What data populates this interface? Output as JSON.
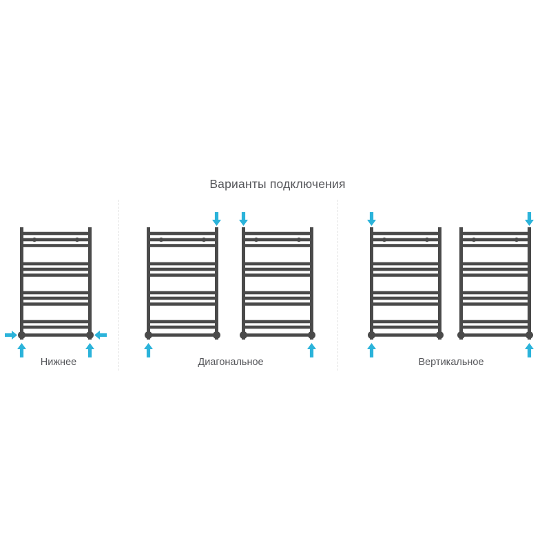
{
  "title": "Варианты подключения",
  "colors": {
    "background": "#ffffff",
    "radiator": "#4a4a4a",
    "arrow": "#2bb3da",
    "text": "#55565a",
    "divider": "#e2e2e2"
  },
  "diagram": {
    "sections": [
      {
        "id": "bottom",
        "label": "Нижнее",
        "radiators": [
          {
            "arrows": [
              "in-left",
              "in-right",
              "up-left",
              "up-right"
            ]
          }
        ]
      },
      {
        "id": "diagonal",
        "label": "Диагональное",
        "radiators": [
          {
            "arrows": [
              "down-right",
              "up-left"
            ]
          },
          {
            "arrows": [
              "down-left",
              "up-right"
            ]
          }
        ]
      },
      {
        "id": "vertical",
        "label": "Вертикальное",
        "radiators": [
          {
            "arrows": [
              "down-left",
              "up-left"
            ]
          },
          {
            "arrows": [
              "down-right",
              "up-right"
            ]
          }
        ]
      }
    ]
  }
}
